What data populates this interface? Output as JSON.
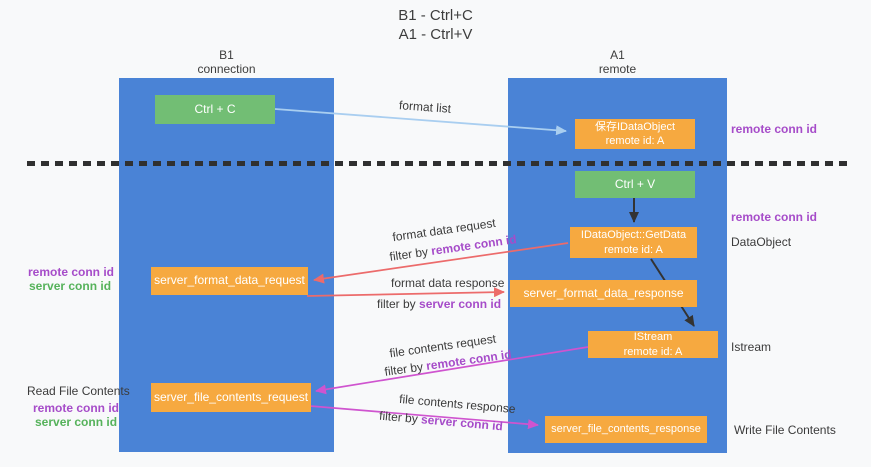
{
  "title": {
    "line1": "B1 - Ctrl+C",
    "line2": "A1 - Ctrl+V"
  },
  "columns": {
    "left": {
      "header_line1": "B1",
      "header_line2": "connection"
    },
    "right": {
      "header_line1": "A1",
      "header_line2": "remote"
    }
  },
  "nodes": {
    "ctrl_c": "Ctrl + C",
    "ctrl_v": "Ctrl + V",
    "save_dataobject": {
      "line1": "保存IDataObject",
      "line2": "remote id: A"
    },
    "getdata": {
      "line1": "IDataObject::GetData",
      "line2": "remote id: A"
    },
    "istream": {
      "line1": "IStream",
      "line2": "remote id: A"
    },
    "format_request": "server_format_data_request",
    "format_response": "server_format_data_response",
    "file_request": "server_file_contents_request",
    "file_response": "server_file_contents_response"
  },
  "flow_labels": {
    "format_list": "format list",
    "format_data_request": "format data request",
    "filter_remote_1": {
      "prefix": "filter by ",
      "key": "remote conn id"
    },
    "format_data_response": "format data response",
    "filter_server_1": {
      "prefix": "filter by ",
      "key": "server conn id"
    },
    "file_contents_request": "file contents request",
    "filter_remote_2": {
      "prefix": "filter by ",
      "key": "remote conn id"
    },
    "file_contents_response": "file contents response",
    "filter_server_2": {
      "prefix": "filter by ",
      "key": "server conn id"
    }
  },
  "side_labels": {
    "right_remote_conn_1": "remote conn id",
    "right_remote_conn_2": "remote conn id",
    "dataobject": "DataObject",
    "istream": "Istream",
    "write_file": "Write File Contents",
    "left_remote_conn_1": "remote conn id",
    "left_server_conn_1": "server conn id",
    "read_file": "Read File Contents",
    "left_remote_conn_2": "remote conn id",
    "left_server_conn_2": "server conn id"
  },
  "colors": {
    "bg": "#F8F9FA",
    "column-blue": "#4A83D6",
    "box-orange": "#F6A940",
    "box-green": "#72BE74",
    "text-purple": "#A64CC9",
    "text-green": "#56B25B",
    "text-dark": "#3B3B3B",
    "arrow-blue": "#A9CEF0",
    "arrow-red": "#EC6B6B",
    "arrow-magenta": "#CF54CF",
    "arrow-black": "#333333",
    "dash-line": "#303030"
  }
}
